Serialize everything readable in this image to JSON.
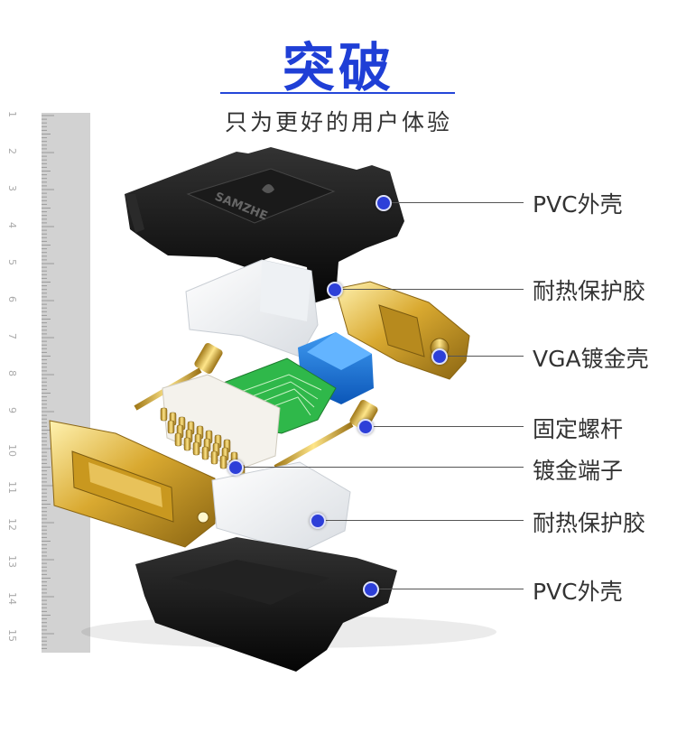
{
  "heading": {
    "title": "突破",
    "subtitle": "只为更好的用户体验"
  },
  "brand": {
    "logo_text": "SAMZHE"
  },
  "ruler": {
    "numbers": [
      "1",
      "2",
      "3",
      "4",
      "5",
      "6",
      "7",
      "8",
      "9",
      "10",
      "11",
      "12",
      "13",
      "14",
      "15"
    ]
  },
  "callouts": [
    {
      "label": "PVC外壳"
    },
    {
      "label": "耐热保护胶"
    },
    {
      "label": "VGA镀金壳"
    },
    {
      "label": "固定螺杆"
    },
    {
      "label": "镀金端子"
    },
    {
      "label": "耐热保护胶"
    },
    {
      "label": "PVC外壳"
    }
  ],
  "colors": {
    "accent": "#1f3fd6",
    "dot": "#2d3fd8",
    "gold": "#d8ae3a",
    "pvc": "#111111",
    "pcb": "#2fb84a",
    "blue_part": "#1670d8"
  }
}
